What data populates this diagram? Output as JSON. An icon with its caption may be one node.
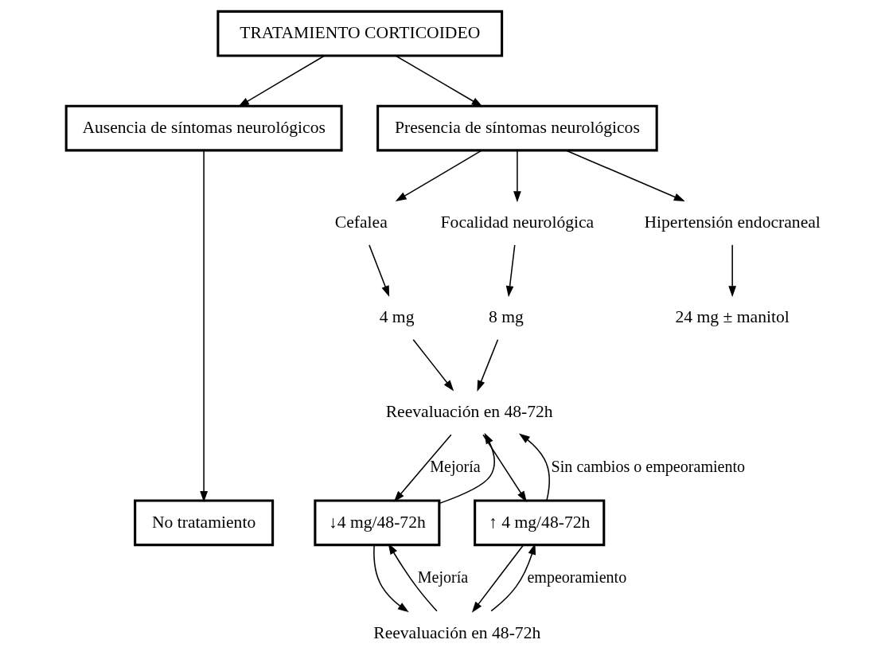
{
  "diagram": {
    "nodes": [
      {
        "text": [
          "TRATAMIENTO CORTICOIDEO"
        ]
      },
      {
        "text": [
          "Ausencia de síntomas neurológicos"
        ]
      },
      {
        "text": [
          "Presencia de síntomas neurológicos"
        ]
      },
      {
        "text": [
          "Cefalea"
        ]
      },
      {
        "text": [
          "Focalidad neurológica"
        ]
      },
      {
        "text": [
          "Hipertensión endocraneal"
        ]
      },
      {
        "text": [
          "4 mg"
        ]
      },
      {
        "text": [
          "8 mg"
        ]
      },
      {
        "text": [
          "24 mg ± manitol"
        ]
      },
      {
        "text": [
          "Reevaluación en 48-72h"
        ]
      },
      {
        "text": [
          "No tratamiento"
        ]
      },
      {
        "text": [
          "↓4 mg/48-72h"
        ]
      },
      {
        "text": [
          "↑ 4 mg/48-72h"
        ]
      },
      {
        "text": [
          "Reevaluación en 48-72h"
        ]
      }
    ],
    "edges": [
      {
        "from": 0,
        "to": 1,
        "arrow": "to"
      },
      {
        "from": 0,
        "to": 2,
        "arrow": "to"
      },
      {
        "from": 1,
        "to": 10,
        "arrow": "to"
      },
      {
        "from": 2,
        "to": 3,
        "arrow": "to"
      },
      {
        "from": 2,
        "to": 4,
        "arrow": "to"
      },
      {
        "from": 2,
        "to": 5,
        "arrow": "to"
      },
      {
        "from": 3,
        "to": 6,
        "arrow": "to"
      },
      {
        "from": 4,
        "to": 7,
        "arrow": "to"
      },
      {
        "from": 5,
        "to": 8,
        "arrow": "to"
      },
      {
        "from": 6,
        "to": 9,
        "arrow": "to"
      },
      {
        "from": 7,
        "to": 9,
        "arrow": "to"
      },
      {
        "from": 9,
        "to": 11,
        "arrow": "to",
        "label": "Mejoría"
      },
      {
        "from": 11,
        "to": 9,
        "arrow": "to"
      },
      {
        "from": 9,
        "to": 12,
        "arrow": "to"
      },
      {
        "from": 12,
        "to": 9,
        "arrow": "to",
        "label": "Sin cambios o empeoramiento"
      },
      {
        "from": 11,
        "to": 13,
        "arrow": "to"
      },
      {
        "from": 12,
        "to": 13,
        "arrow": "to"
      },
      {
        "from": 13,
        "to": 11,
        "arrow": "to",
        "label": "Mejoría"
      },
      {
        "from": 13,
        "to": 12,
        "arrow": "to",
        "label": "empeoramiento"
      }
    ]
  }
}
